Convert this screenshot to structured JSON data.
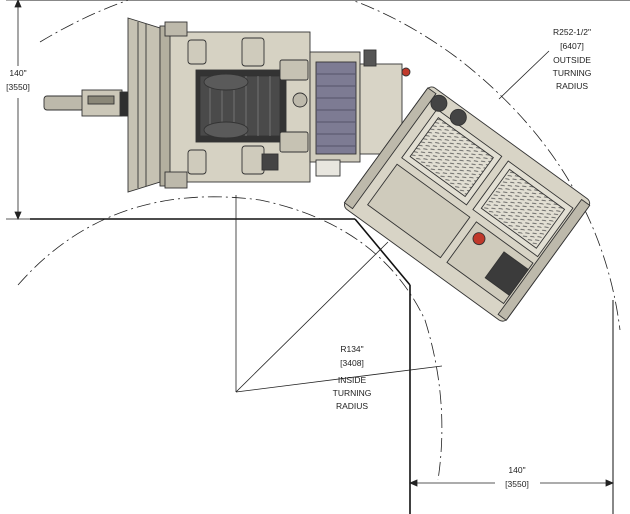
{
  "dimensions": {
    "left_width": {
      "imperial": "140\"",
      "metric": "[3550]"
    },
    "bottom_width": {
      "imperial": "140\"",
      "metric": "[3550]"
    },
    "outside_radius": {
      "imperial": "R252-1/2\"",
      "metric": "[6407]",
      "label_lines": [
        "OUTSIDE",
        "TURNING",
        "RADIUS"
      ]
    },
    "inside_radius": {
      "imperial": "R134\"",
      "metric": "[3408]",
      "label_lines": [
        "INSIDE",
        "TURNING",
        "RADIUS"
      ]
    }
  },
  "colors": {
    "machine_body": "#d8d4c6",
    "machine_dark": "#3b3b3b",
    "cab_purple": "#7d7b93",
    "warning_red": "#c0392b",
    "line": "#111111"
  }
}
